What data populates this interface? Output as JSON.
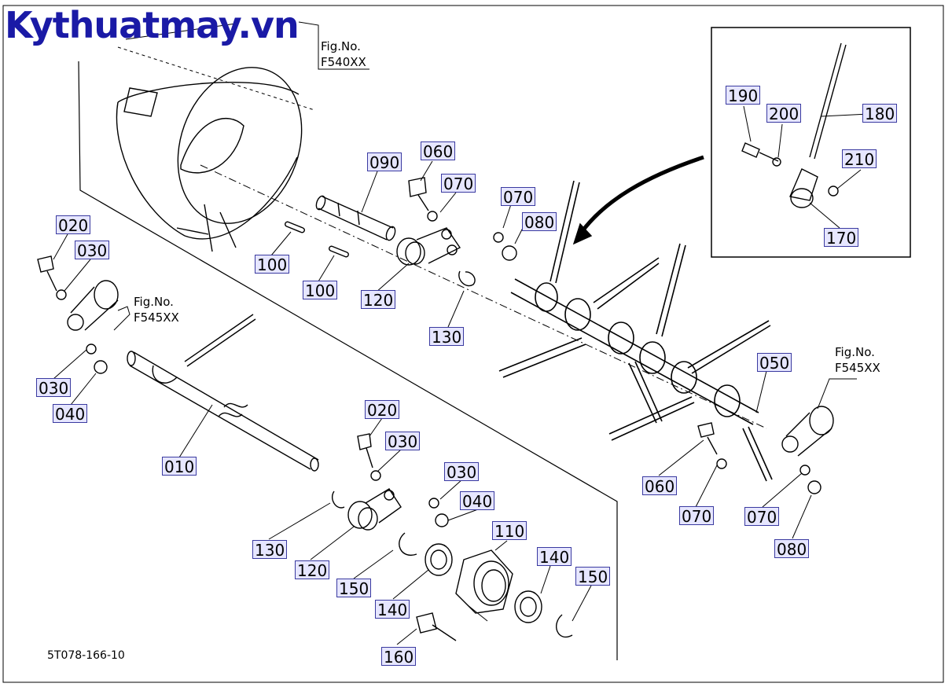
{
  "site_watermark": "Kythuatmay.vn",
  "drawing_number": "5T078-166-10",
  "fig_refs": [
    {
      "line1": "Fig.No.",
      "line2": "F540XX"
    },
    {
      "line1": "Fig.No.",
      "line2": "F545XX"
    },
    {
      "line1": "Fig.No.",
      "line2": "F545XX"
    }
  ],
  "part_callouts": [
    "010",
    "020",
    "020",
    "030",
    "030",
    "030",
    "030",
    "040",
    "040",
    "050",
    "060",
    "060",
    "070",
    "070",
    "070",
    "070",
    "080",
    "080",
    "090",
    "100",
    "100",
    "110",
    "120",
    "120",
    "130",
    "130",
    "140",
    "140",
    "150",
    "150",
    "160",
    "170",
    "180",
    "190",
    "200",
    "210"
  ],
  "colors": {
    "callout_fill": "#e6e6ff",
    "callout_border": "#3a3aa0",
    "watermark": "#1a1aa6",
    "line": "#000000"
  }
}
